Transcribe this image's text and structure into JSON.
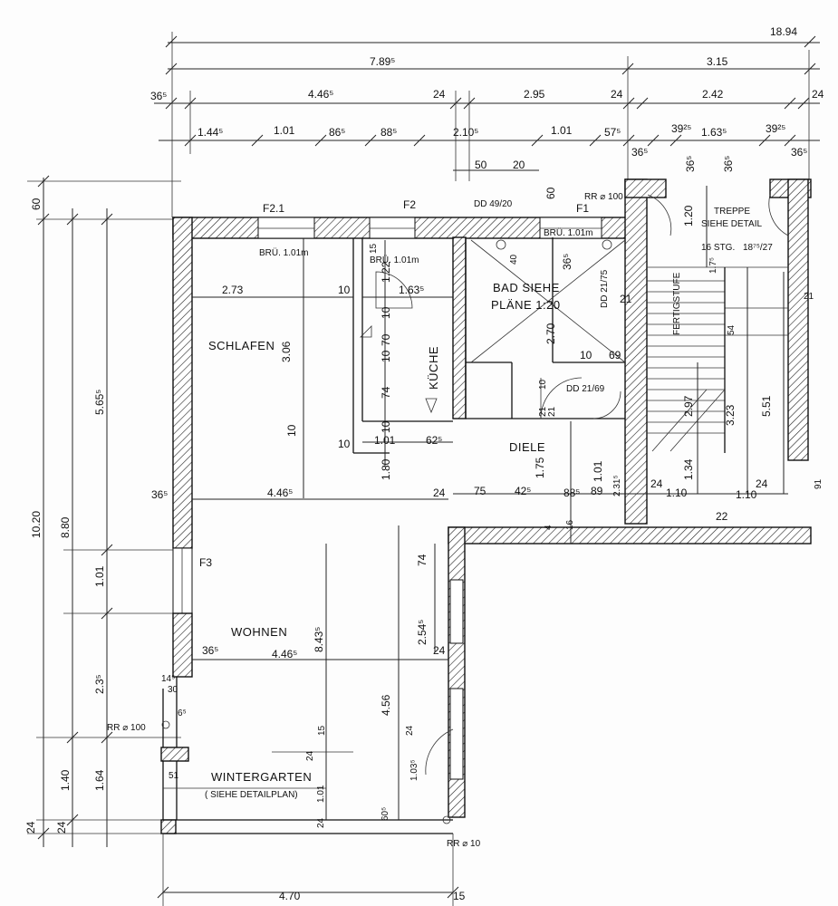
{
  "top_dims": {
    "total": "18.94",
    "row2": [
      "7.89⁵",
      "3.15"
    ],
    "row3": [
      "36⁵",
      "4.46⁵",
      "24",
      "2.95",
      "24",
      "2.42",
      "24"
    ],
    "row4": [
      "1.44⁵",
      "1.01",
      "86⁵",
      "88⁵",
      "2.10⁵",
      "1.01",
      "57⁵",
      "36⁵",
      "39²⁵",
      "1.63⁵",
      "39²⁵",
      "36⁵"
    ],
    "small": [
      "50",
      "20",
      "36⁵",
      "36⁵"
    ]
  },
  "left_dims": {
    "outer": "10.20",
    "top": "60",
    "mid": "8.80",
    "upper": "5.65⁵",
    "f3": "1.01",
    "lower": "2.3⁵",
    "low1": "1.40",
    "low2": "1.64",
    "bottom1": "24",
    "bottom2": "24"
  },
  "bottom_dims": {
    "width": "4.70",
    "right": "15"
  },
  "rooms": {
    "schlafen": "SCHLAFEN",
    "kueche": "KÜCHE",
    "bad_line1": "BAD SIEHE",
    "bad_line2": "PLÄNE 1:20",
    "diele": "DIELE",
    "wohnen": "WOHNEN",
    "wintergarten": "WINTERGARTEN",
    "wintergarten_note": "( SIEHE DETAILPLAN)",
    "treppe_line1": "TREPPE",
    "treppe_line2": "SIEHE DETAIL",
    "treppe_steps": "16 STG.",
    "treppe_ratio": "18⁷⁵/27",
    "fertigstufe": "FERTIGSTUFE"
  },
  "windows": {
    "f21": "F2.1",
    "f2": "F2",
    "f1": "F1",
    "f3": "F3",
    "bru1": "BRÜ. 1.01m",
    "bru2": "BRÜ. 1.01m",
    "bru3": "BRÜ. 1.01m",
    "rr100_top": "RR ⌀ 100",
    "rr100_left": "RR ⌀ 100",
    "rr10_bottom": "RR ⌀ 10",
    "dd1": "DD 49/20",
    "dd2": "DD 21/75",
    "dd3": "DD 21/69"
  },
  "interior_dims": {
    "schlafen_w": "2.73",
    "schlafen_h": "3.06",
    "wall10a": "10",
    "kue_w": "1.63⁵",
    "k15": "15",
    "k122": "1.22",
    "k40": "40",
    "k70": "70",
    "k10": "10",
    "k74": "74",
    "k10b": "10",
    "k10c": "10",
    "k101": "1.01",
    "k625": "62⁵",
    "k180": "1.80",
    "w10": "10",
    "mid_365": "36⁵",
    "mid_446": "4.46⁵",
    "d24": "24",
    "d75": "75",
    "d425": "42⁵",
    "d885": "88⁵",
    "d89": "89",
    "d175": "1.75",
    "d101": "1.01",
    "d2315": "2.31⁵",
    "d24b": "24",
    "d110": "1.10",
    "d22": "22",
    "d110b": "1.10",
    "d24c": "24",
    "t120": "1.20",
    "t134": "1.34",
    "t297": "2.97",
    "t323": "3.23",
    "t551": "5.51",
    "t54": "54",
    "t21": "21",
    "t10": "10",
    "t69": "69",
    "t270": "2.70",
    "t365": "36⁵",
    "t40": "40",
    "t60": "60",
    "t175": "1.7⁵",
    "w_365": "36⁵",
    "w_446": "4.46⁵",
    "w_843": "8.43⁵",
    "w_254": "2.54⁵",
    "w_74": "74",
    "w_24": "24",
    "w_456": "4.56",
    "w_15": "15",
    "w_24b": "24",
    "w_24c": "24",
    "w_1035": "1.03⁵",
    "w_605": "60⁵",
    "w_24d": "24",
    "w_101": "1.01",
    "lw_145": "14⁵",
    "lw_30": "30",
    "lw_65": "6⁵",
    "lw_51": "51",
    "d16": "16",
    "d4": "4",
    "d21": "21",
    "d10": "10",
    "d21b": "21",
    "r21": "21",
    "r91": "91"
  }
}
